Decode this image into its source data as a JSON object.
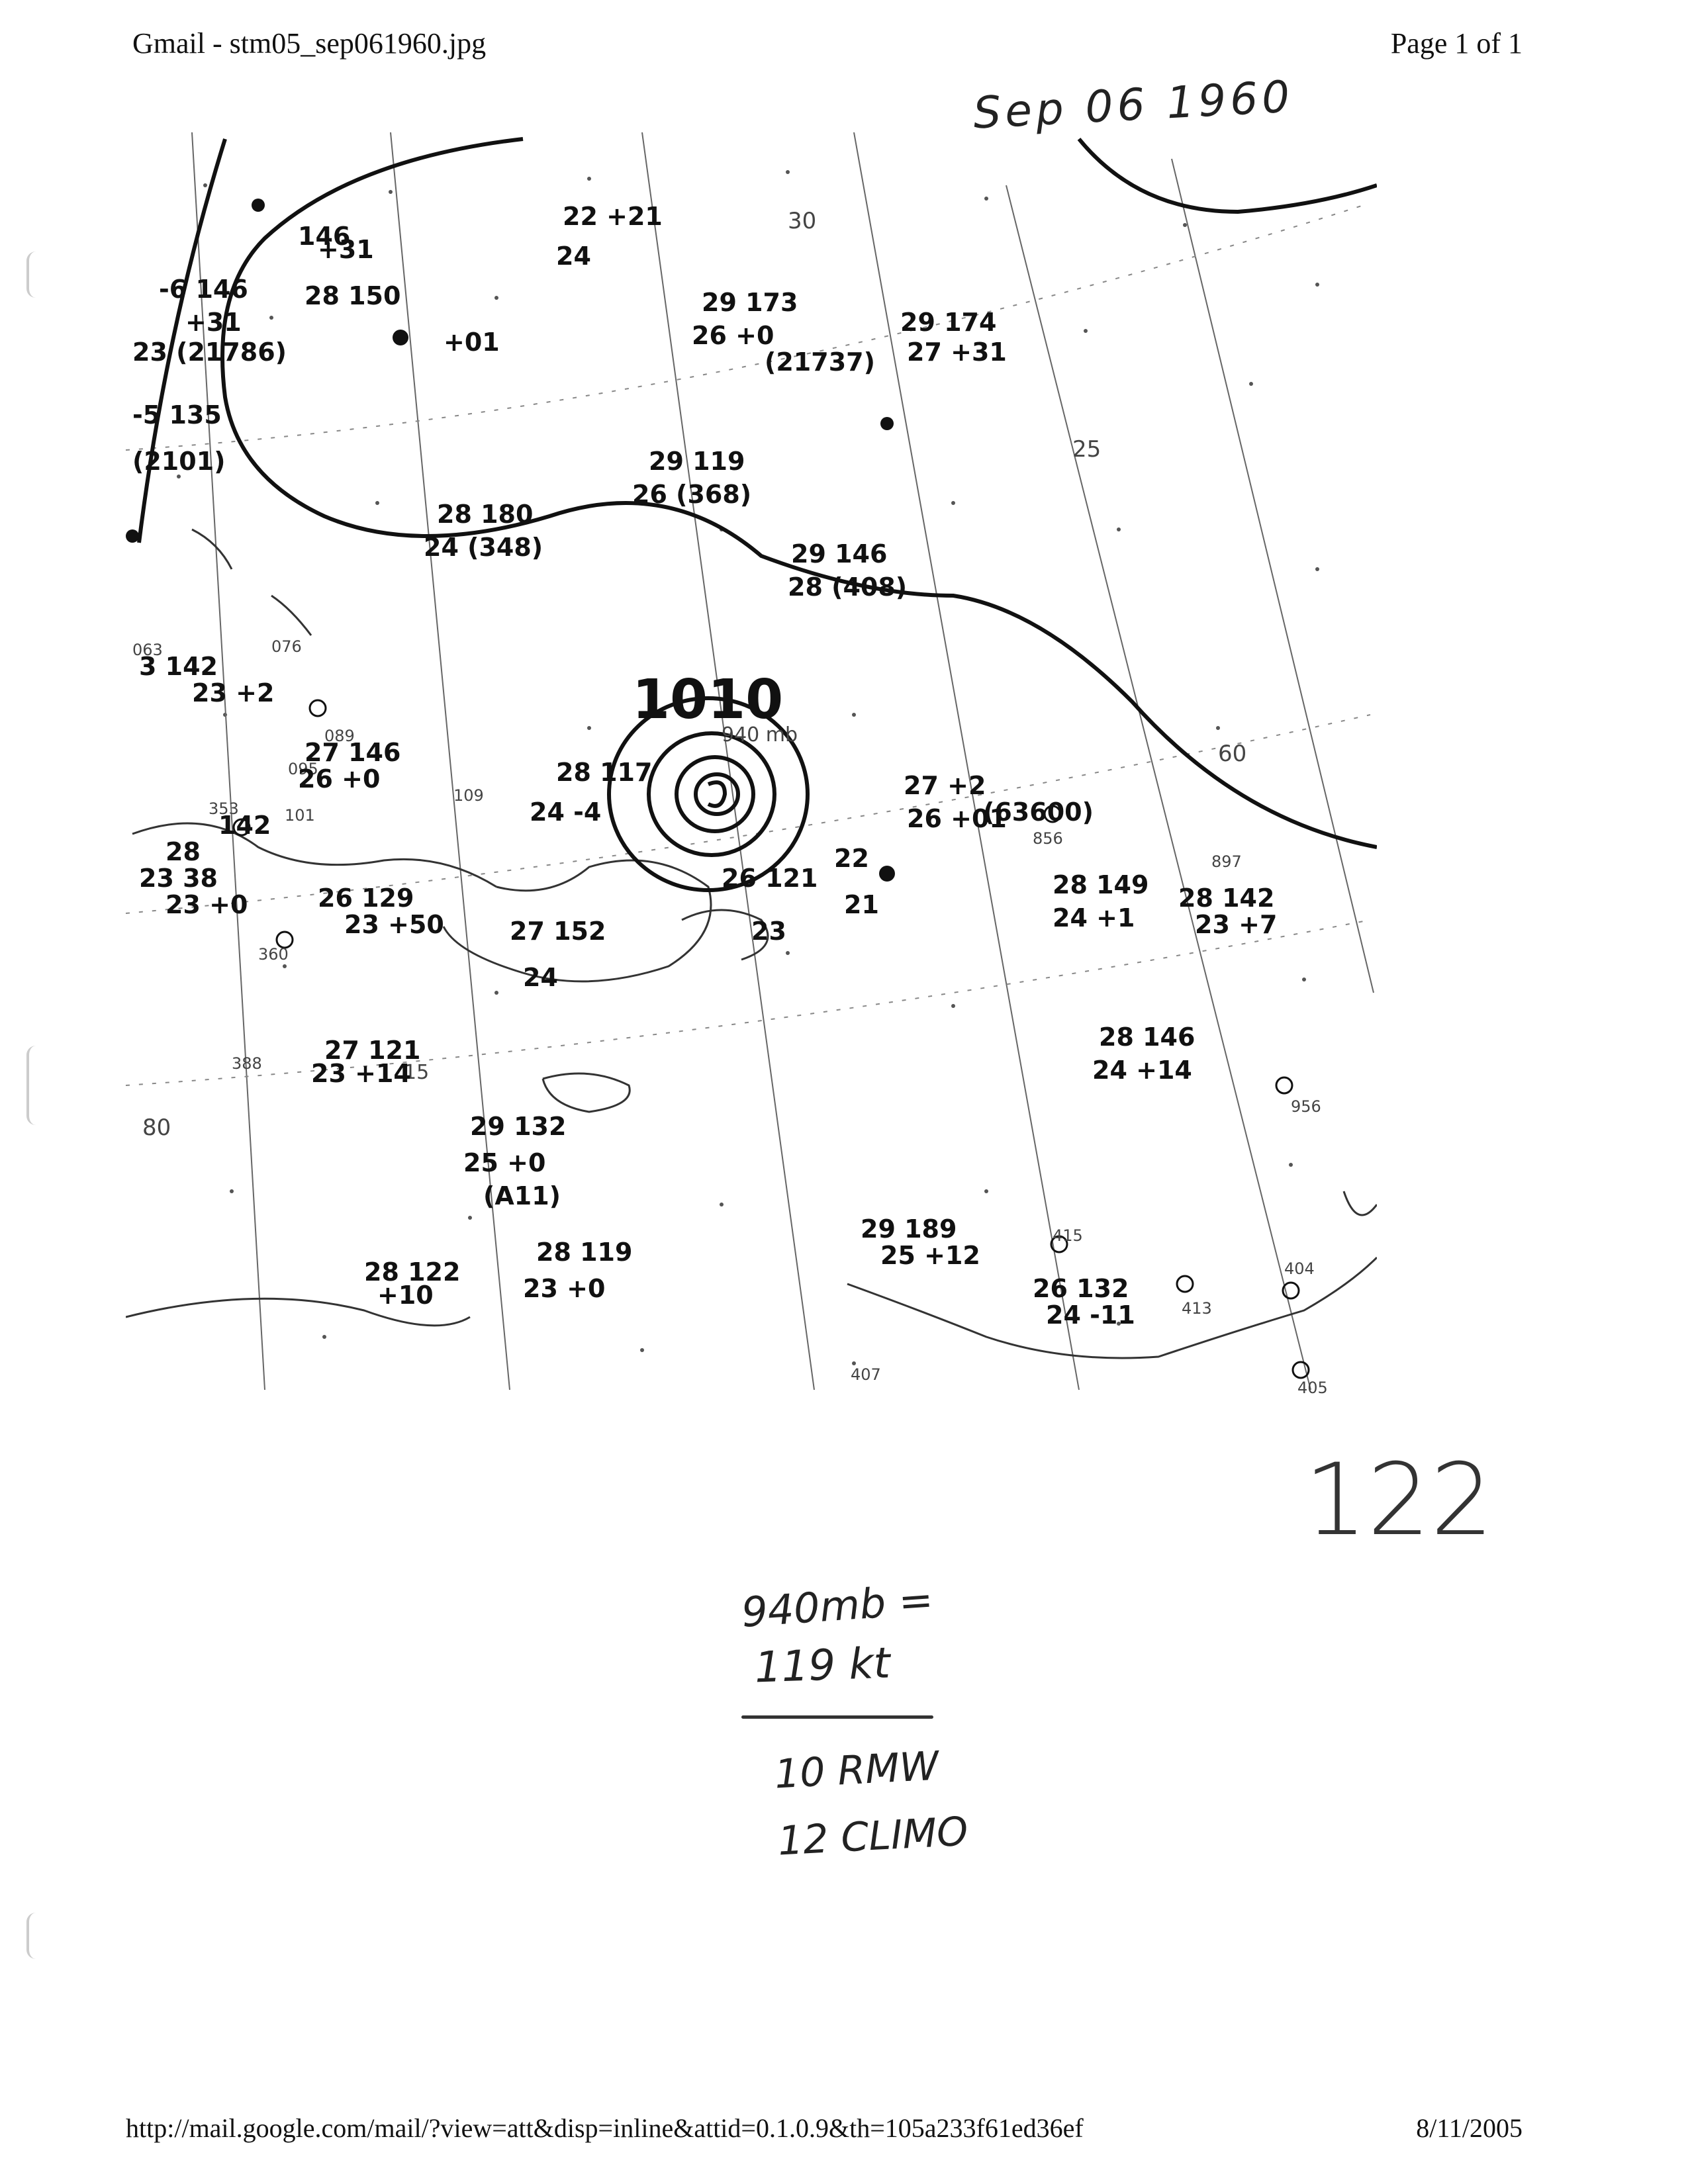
{
  "print_header": {
    "title": "Gmail - stm05_sep061960.jpg",
    "page": "Page 1 of 1"
  },
  "print_footer": {
    "url": "http://mail.google.com/mail/?view=att&disp=inline&attid=0.1.0.9&th=105a233f61ed36ef",
    "date": "8/11/2005"
  },
  "handwritten": {
    "map_date": "Sep 06 1960",
    "page_number": "122",
    "note_pressure": "940mb =",
    "note_wind": "119 kt",
    "note_rmw": "10 RMW",
    "note_climo": "12 CLIMO"
  },
  "map": {
    "isobar_label": "1010",
    "center_pressure": "940 mb",
    "lat_labels": {
      "lat30": "30",
      "lat25": "25",
      "lat15": "15"
    },
    "lon_labels": {
      "lon80": "80",
      "lon60": "60"
    },
    "station_ids": {
      "s063": "063",
      "s076": "076",
      "s089": "089",
      "s095": "095",
      "s101": "101",
      "s109": "109",
      "s353": "353",
      "s360": "360",
      "s388": "388",
      "s407": "407",
      "s413": "413",
      "s404": "404",
      "s405": "405",
      "s415": "415",
      "s956": "956",
      "s897": "897",
      "s856": "856"
    },
    "plots": [
      "29 173",
      "26 +0",
      "(21737)",
      "29 174",
      "27 +31",
      "28 150",
      "+01",
      "29 119",
      "26 (368)",
      "28 180",
      "24 (348)",
      "29 146",
      "28 (408)",
      "27 146",
      "26 +0",
      "28 117",
      "24 -4",
      "27 +2",
      "26 +01",
      "(63600)",
      "22",
      "21",
      "26 121",
      "23",
      "27 152",
      "24",
      "28 146",
      "24 +14",
      "28 149",
      "24 +1",
      "28 142",
      "23 +7",
      "29 132",
      "25 +0",
      "(A11)",
      "28 119",
      "23 +0",
      "28 122",
      "+10",
      "27 121",
      "23 +14",
      "26 129",
      "23 +50",
      "29 189",
      "25 +12",
      "26 132",
      "24 -11",
      "23 38",
      "23 +0",
      "-6 146",
      "+31",
      "23 (21786)",
      "-5 135",
      "(2101)",
      "3 142",
      "23 +2",
      "22 +21",
      "24",
      "146",
      "+31",
      "142",
      "28"
    ]
  }
}
